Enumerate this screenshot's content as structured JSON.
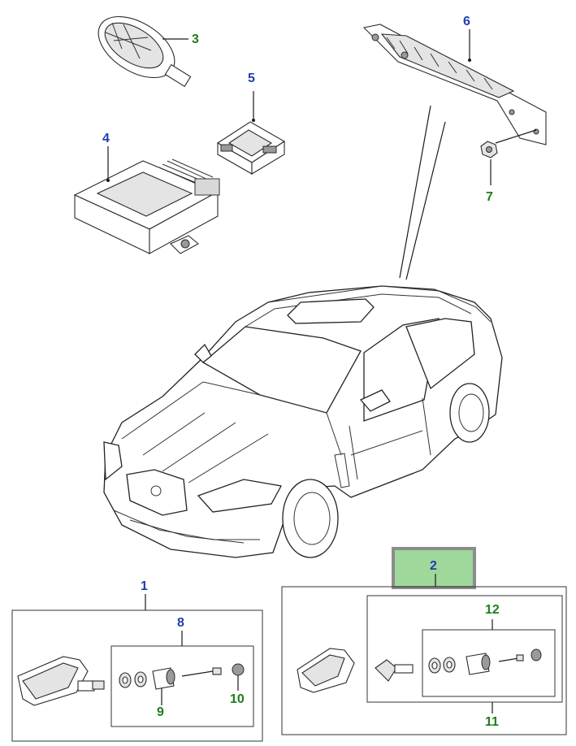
{
  "callouts": {
    "c1": "1",
    "c2": "2",
    "c3": "3",
    "c4": "4",
    "c5": "5",
    "c6": "6",
    "c7": "7",
    "c8": "8",
    "c9": "9",
    "c10": "10",
    "c11": "11",
    "c12": "12"
  },
  "colors": {
    "callout_blue": "#1f3fae",
    "callout_green": "#1e7d1e",
    "highlight_fill": "#9ed89a",
    "highlight_border": "#8c8c8c"
  },
  "highlighted_callout": "2"
}
